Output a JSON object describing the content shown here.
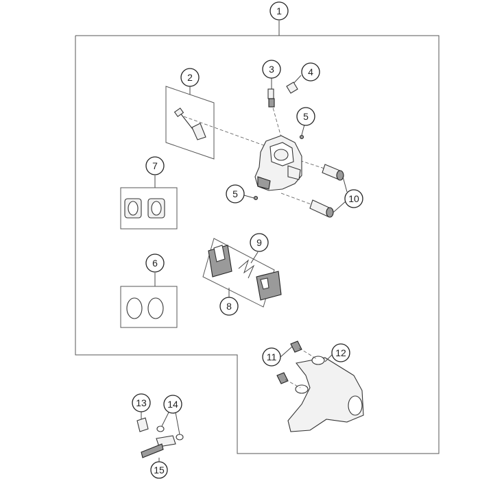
{
  "callouts": {
    "c1": "1",
    "c2": "2",
    "c3": "3",
    "c4": "4",
    "c5a": "5",
    "c5b": "5",
    "c6": "6",
    "c7": "7",
    "c8": "8",
    "c9": "9",
    "c10": "10",
    "c11": "11",
    "c12": "12",
    "c13": "13",
    "c14": "14",
    "c15": "15"
  }
}
